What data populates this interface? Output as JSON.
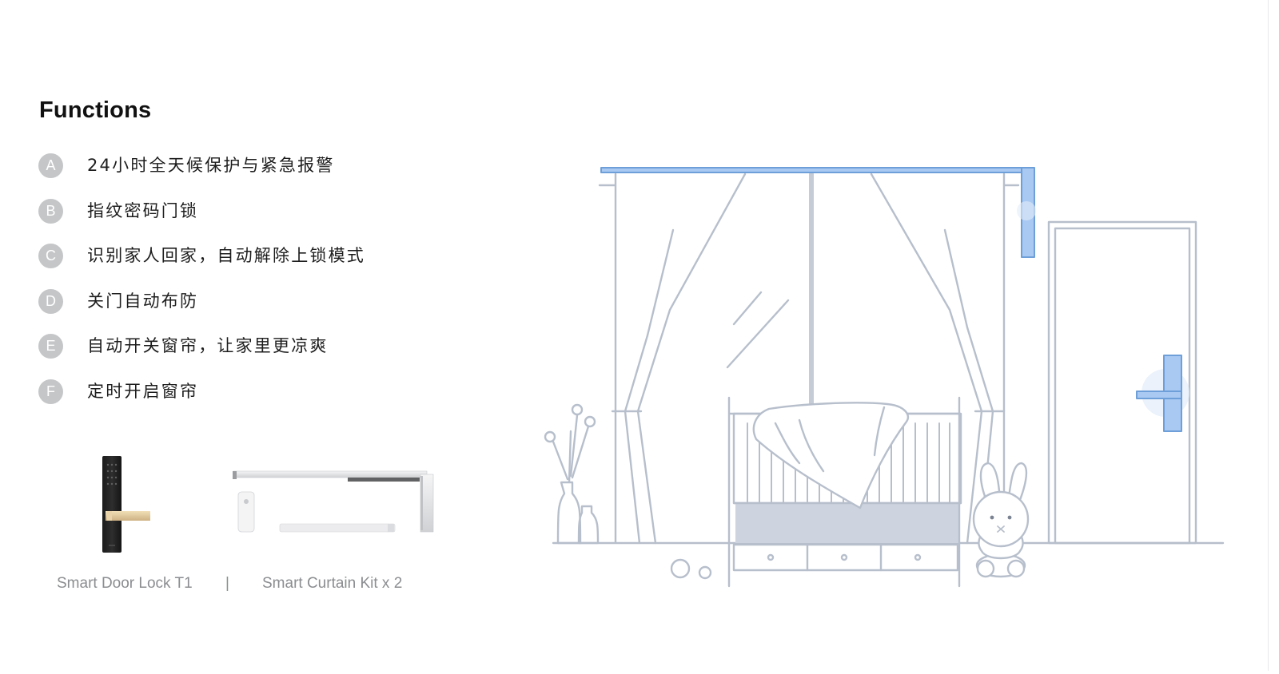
{
  "page": {
    "title": "Functions"
  },
  "features": [
    {
      "badge": "A",
      "text": "24小时全天候保护与紧急报警"
    },
    {
      "badge": "B",
      "text": "指纹密码门锁"
    },
    {
      "badge": "C",
      "text": "识别家人回家，自动解除上锁模式"
    },
    {
      "badge": "D",
      "text": "关门自动布防"
    },
    {
      "badge": "E",
      "text": "自动开关窗帘，让家里更凉爽"
    },
    {
      "badge": "F",
      "text": "定时开启窗帘"
    }
  ],
  "products": {
    "lock_label": "Smart Door Lock T1",
    "separator": "|",
    "curtain_label": "Smart Curtain Kit x 2"
  },
  "colors": {
    "badge": "#c4c6c8",
    "line_art": "#b7bfcc",
    "accent_blue": "#a9c9f2",
    "accent_blue_stroke": "#6f9fd8"
  },
  "illustration": {
    "icons": [
      "curtain-rail-icon",
      "window-icon",
      "crib-icon",
      "bunny-toy-icon",
      "door-icon",
      "door-lock-icon",
      "vase-icon"
    ]
  }
}
